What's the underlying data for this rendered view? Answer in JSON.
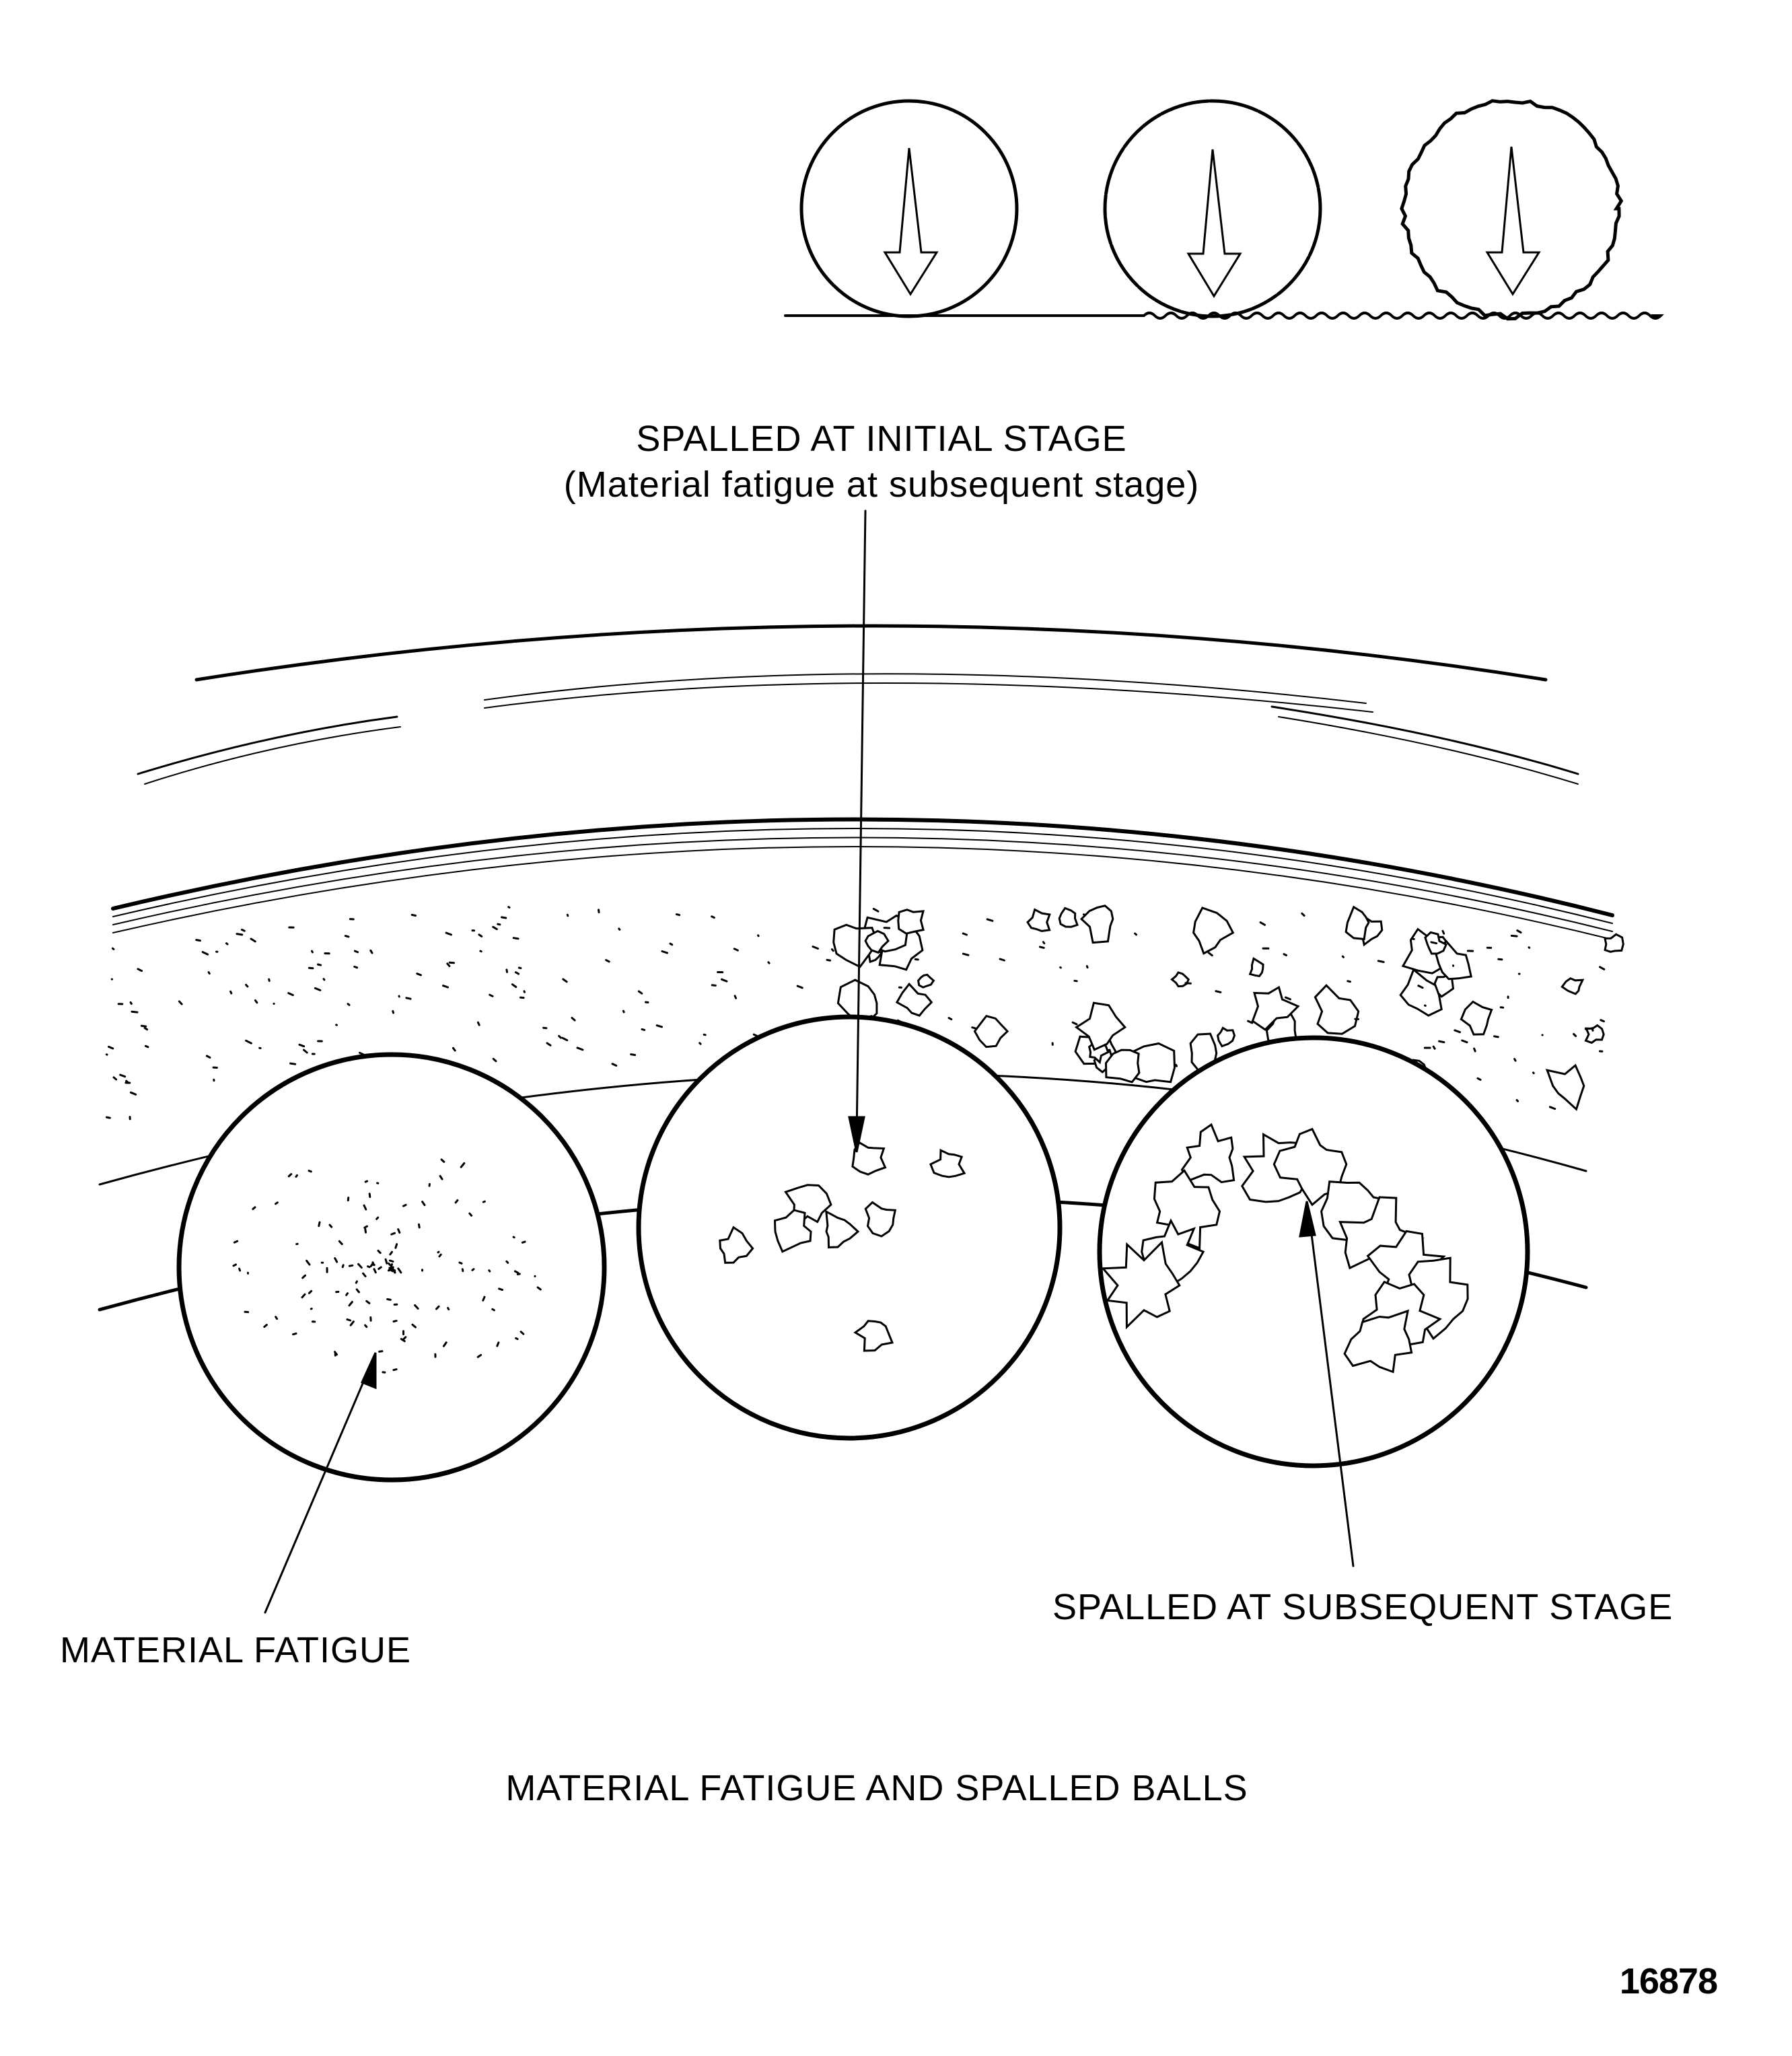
{
  "diagram": {
    "title": "MATERIAL FATIGUE AND SPALLED BALLS",
    "figure_number": "16878",
    "labels": {
      "initial_stage_line1": "SPALLED AT INITIAL STAGE",
      "initial_stage_line2": "(Material fatigue at subsequent stage)",
      "material_fatigue": "MATERIAL FATIGUE",
      "subsequent_stage": "SPALLED AT SUBSEQUENT STAGE"
    },
    "colors": {
      "ink": "#000000",
      "background": "#ffffff"
    }
  }
}
